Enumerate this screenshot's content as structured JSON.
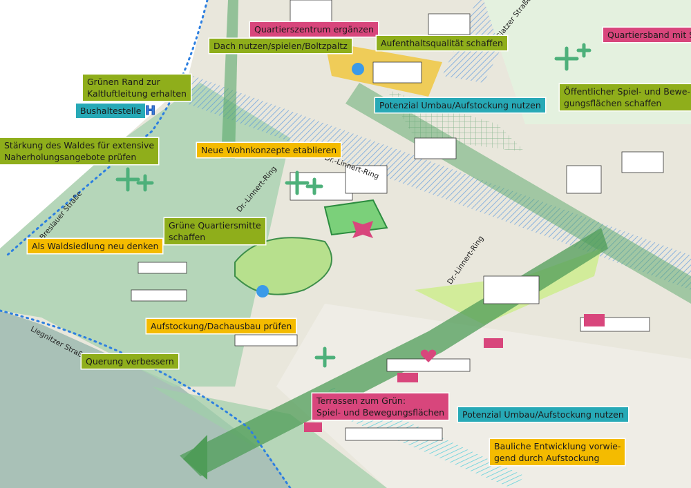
{
  "colors": {
    "green_label": "#8fae1b",
    "magenta_label": "#d8467c",
    "teal_label": "#27a9b6",
    "yellow_label": "#f4bb00"
  },
  "labels": {
    "quartierszentrum": "Quartierszentrum ergänzen",
    "dach_nutzen": "Dach nutzen/spielen/Boltzpaltz",
    "aufenthaltsqualitaet": "Aufenthaltsqualität schaffen",
    "quartiersband": "Quartiersband mit S",
    "gruener_rand": [
      "Grünen Rand zur",
      "Kaltluftleitung erhalten"
    ],
    "bushaltestelle": "Bushaltestelle",
    "potenzial_top": "Potenzial Umbau/Aufstockung nutzen",
    "oeffentlicher": [
      "Öffentlicher Spiel- und Bewe-",
      "gungsflächen schaffen"
    ],
    "staerkung": [
      "Stärkung des Waldes für extensive",
      "Naherholungsangebote prüfen"
    ],
    "neue_wohnkonzepte": "Neue Wohnkonzepte etablieren",
    "gruene_mitte": [
      "Grüne Quartiersmitte",
      "schaffen"
    ],
    "waldsiedlung": "Als Waldsiedlung neu denken",
    "aufstockung": "Aufstockung/Dachausbau prüfen",
    "querung": "Querung verbessern",
    "terrassen": [
      "Terrassen zum Grün:",
      "Spiel- und Bewegungsflächen"
    ],
    "potenzial_bottom": "Potenzial Umbau/Aufstockung nutzen",
    "bauliche": [
      "Bauliche Entwicklung vorwie-",
      "gend durch Aufstockung"
    ]
  },
  "streets": {
    "glatzer": "Glatzer Straße",
    "linnert_1": "Dr.-Linnert-Ring",
    "linnert_2": "Dr.-Linnert-Ring",
    "linnert_3": "Dr.-Linnert-Ring",
    "breslauer": "Breslauer Straße",
    "liegnitzer": "Liegnitzer Straße"
  },
  "symbols": {
    "bus_stop": "H"
  }
}
